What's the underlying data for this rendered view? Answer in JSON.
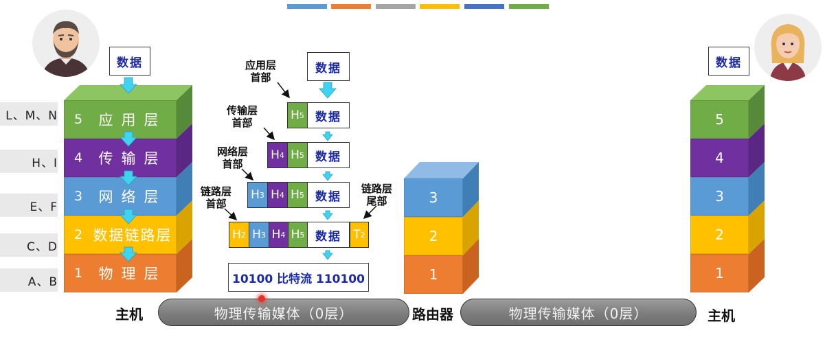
{
  "legend_colors": [
    "#5b9bd5",
    "#ed7d31",
    "#a5a5a5",
    "#ffc000",
    "#4472c4",
    "#70ad47"
  ],
  "colors": {
    "app": "#70ad47",
    "trans": "#7030a0",
    "net": "#5b9bd5",
    "link": "#ffc000",
    "phys": "#ed7d31",
    "medium": "#7f7f7f",
    "data_text": "#1a2aa8"
  },
  "side_labels": [
    "L、M、N",
    "H、I",
    "E、F",
    "C、D",
    "A、B"
  ],
  "left_stack": [
    {
      "num": "5",
      "name": "应用层"
    },
    {
      "num": "4",
      "name": "传输层"
    },
    {
      "num": "3",
      "name": "网络层"
    },
    {
      "num": "2",
      "name": "数据链路层"
    },
    {
      "num": "1",
      "name": "物理层"
    }
  ],
  "router_stack": [
    "3",
    "2",
    "1"
  ],
  "right_stack": [
    "5",
    "4",
    "3",
    "2",
    "1"
  ],
  "data_label": "数据",
  "encap": {
    "app_header_label": "应用层\n首部",
    "trans_header_label": "传输层\n首部",
    "net_header_label": "网络层\n首部",
    "link_header_label": "链路层\n首部",
    "link_trailer_label": "链路层\n尾部",
    "h5": "H",
    "h5_sub": "5",
    "h4": "H",
    "h4_sub": "4",
    "h3": "H",
    "h3_sub": "3",
    "h2": "H",
    "h2_sub": "2",
    "t2": "T",
    "t2_sub": "2",
    "bitstream": "10100 比特流 110100"
  },
  "host_label": "主机",
  "router_label": "路由器",
  "medium_label": "物理传输媒体（0层）",
  "icons": [
    "man-avatar-icon",
    "woman-avatar-icon",
    "down-arrow-icon"
  ]
}
